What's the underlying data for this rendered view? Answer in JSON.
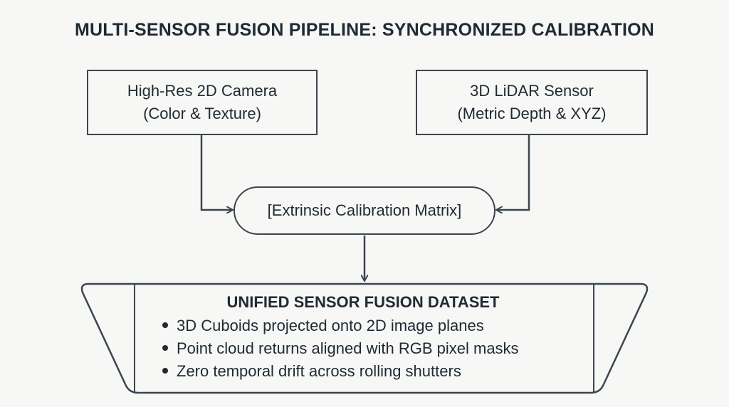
{
  "title": "MULTI-SENSOR FUSION PIPELINE: SYNCHRONIZED CALIBRATION",
  "nodes": {
    "camera": {
      "line1": "High-Res 2D Camera",
      "line2": "(Color & Texture)"
    },
    "lidar": {
      "line1": "3D LiDAR Sensor",
      "line2": "(Metric Depth & XYZ)"
    },
    "calibration": {
      "label": "[Extrinsic Calibration Matrix]"
    },
    "dataset": {
      "title": "UNIFIED SENSOR FUSION DATASET",
      "bullets": [
        "3D Cuboids projected onto 2D image planes",
        "Point cloud returns aligned with RGB pixel masks",
        "Zero temporal drift across rolling shutters"
      ]
    }
  },
  "edges": [
    {
      "from": "camera",
      "to": "calibration"
    },
    {
      "from": "lidar",
      "to": "calibration"
    },
    {
      "from": "calibration",
      "to": "dataset"
    }
  ],
  "colors": {
    "background": "#f7f7f6",
    "stroke": "#3a4650",
    "text": "#1f2a33"
  }
}
